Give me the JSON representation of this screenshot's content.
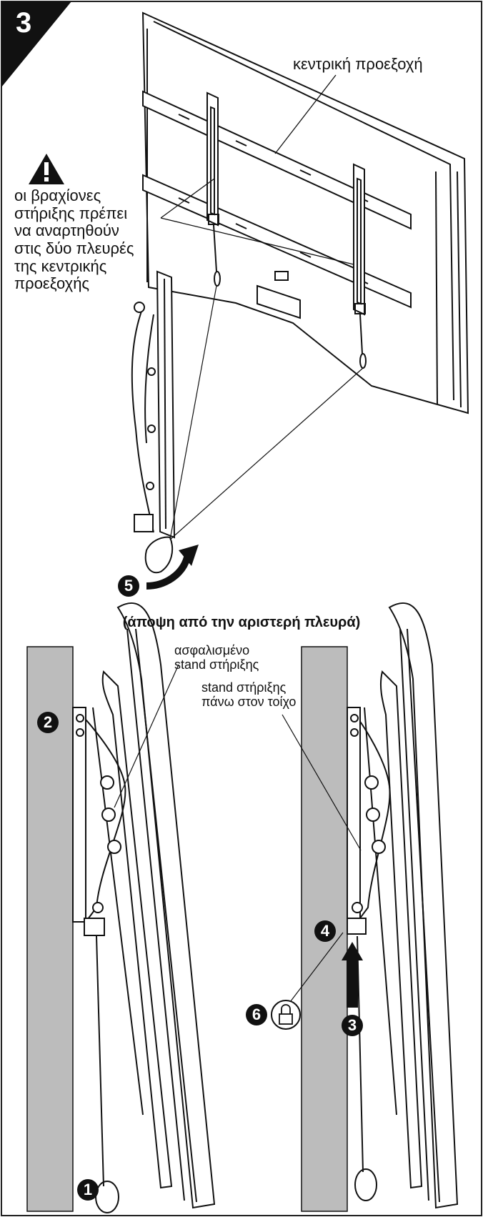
{
  "step": {
    "number": "3"
  },
  "top_view": {
    "center_flange_label": "κεντρική προεξοχή",
    "warning_lines": [
      "οι βραχίονες",
      "στήριξης πρέπει",
      "να αναρτηθούν",
      "στις δύο πλευρές",
      "της κεντρικής",
      "προεξοχής"
    ],
    "warning_icon": "warning-triangle-icon",
    "callout_5": "5"
  },
  "side_view_caption": "(άποψη από την αριστερή πλευρά)",
  "left_side_view": {
    "locked_stand_lines": [
      "ασφαλισμένο",
      "stand στήριξης"
    ],
    "callout_2": "2",
    "callout_1": "1"
  },
  "right_side_view": {
    "wall_stand_lines": [
      "stand στήριξης",
      "πάνω στον τοίχο"
    ],
    "callout_4": "4",
    "callout_3": "3",
    "callout_6": "6",
    "lock_icon": "padlock-icon"
  },
  "colors": {
    "ink": "#111111",
    "wall": "#bcbcbc",
    "panel_border": "#222222"
  }
}
